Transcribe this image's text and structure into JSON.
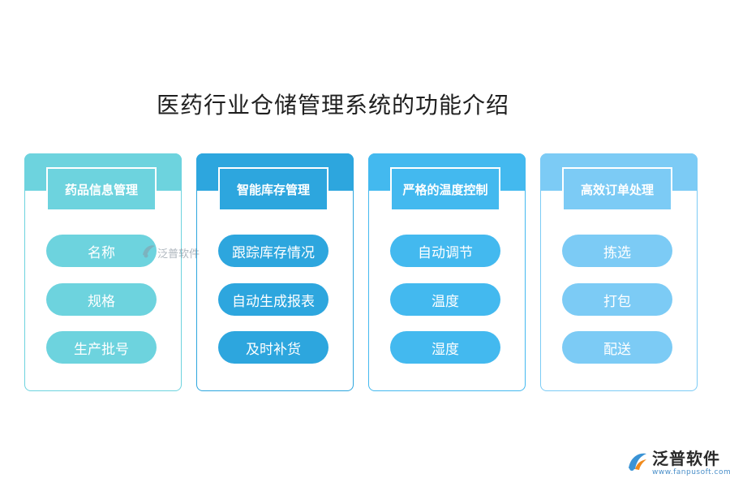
{
  "title": "医药行业仓储管理系统的功能介绍",
  "colors": {
    "card1": "#6dd3de",
    "card2": "#2da6de",
    "card3": "#43b9ef",
    "card4": "#7ccbf5"
  },
  "cards": [
    {
      "heading": "药品信息管理",
      "items": [
        "名称",
        "规格",
        "生产批号"
      ]
    },
    {
      "heading": "智能库存管理",
      "items": [
        "跟踪库存情况",
        "自动生成报表",
        "及时补货"
      ]
    },
    {
      "heading": "严格的温度控制",
      "items": [
        "自动调节",
        "温度",
        "湿度"
      ]
    },
    {
      "heading": "高效订单处理",
      "items": [
        "拣选",
        "打包",
        "配送"
      ]
    }
  ],
  "watermark": {
    "text": "泛普软件",
    "icon": "fanpu-logo-icon"
  },
  "logo": {
    "name": "泛普软件",
    "url": "www.fanpusoft.com",
    "icon": "fanpu-logo-icon"
  }
}
